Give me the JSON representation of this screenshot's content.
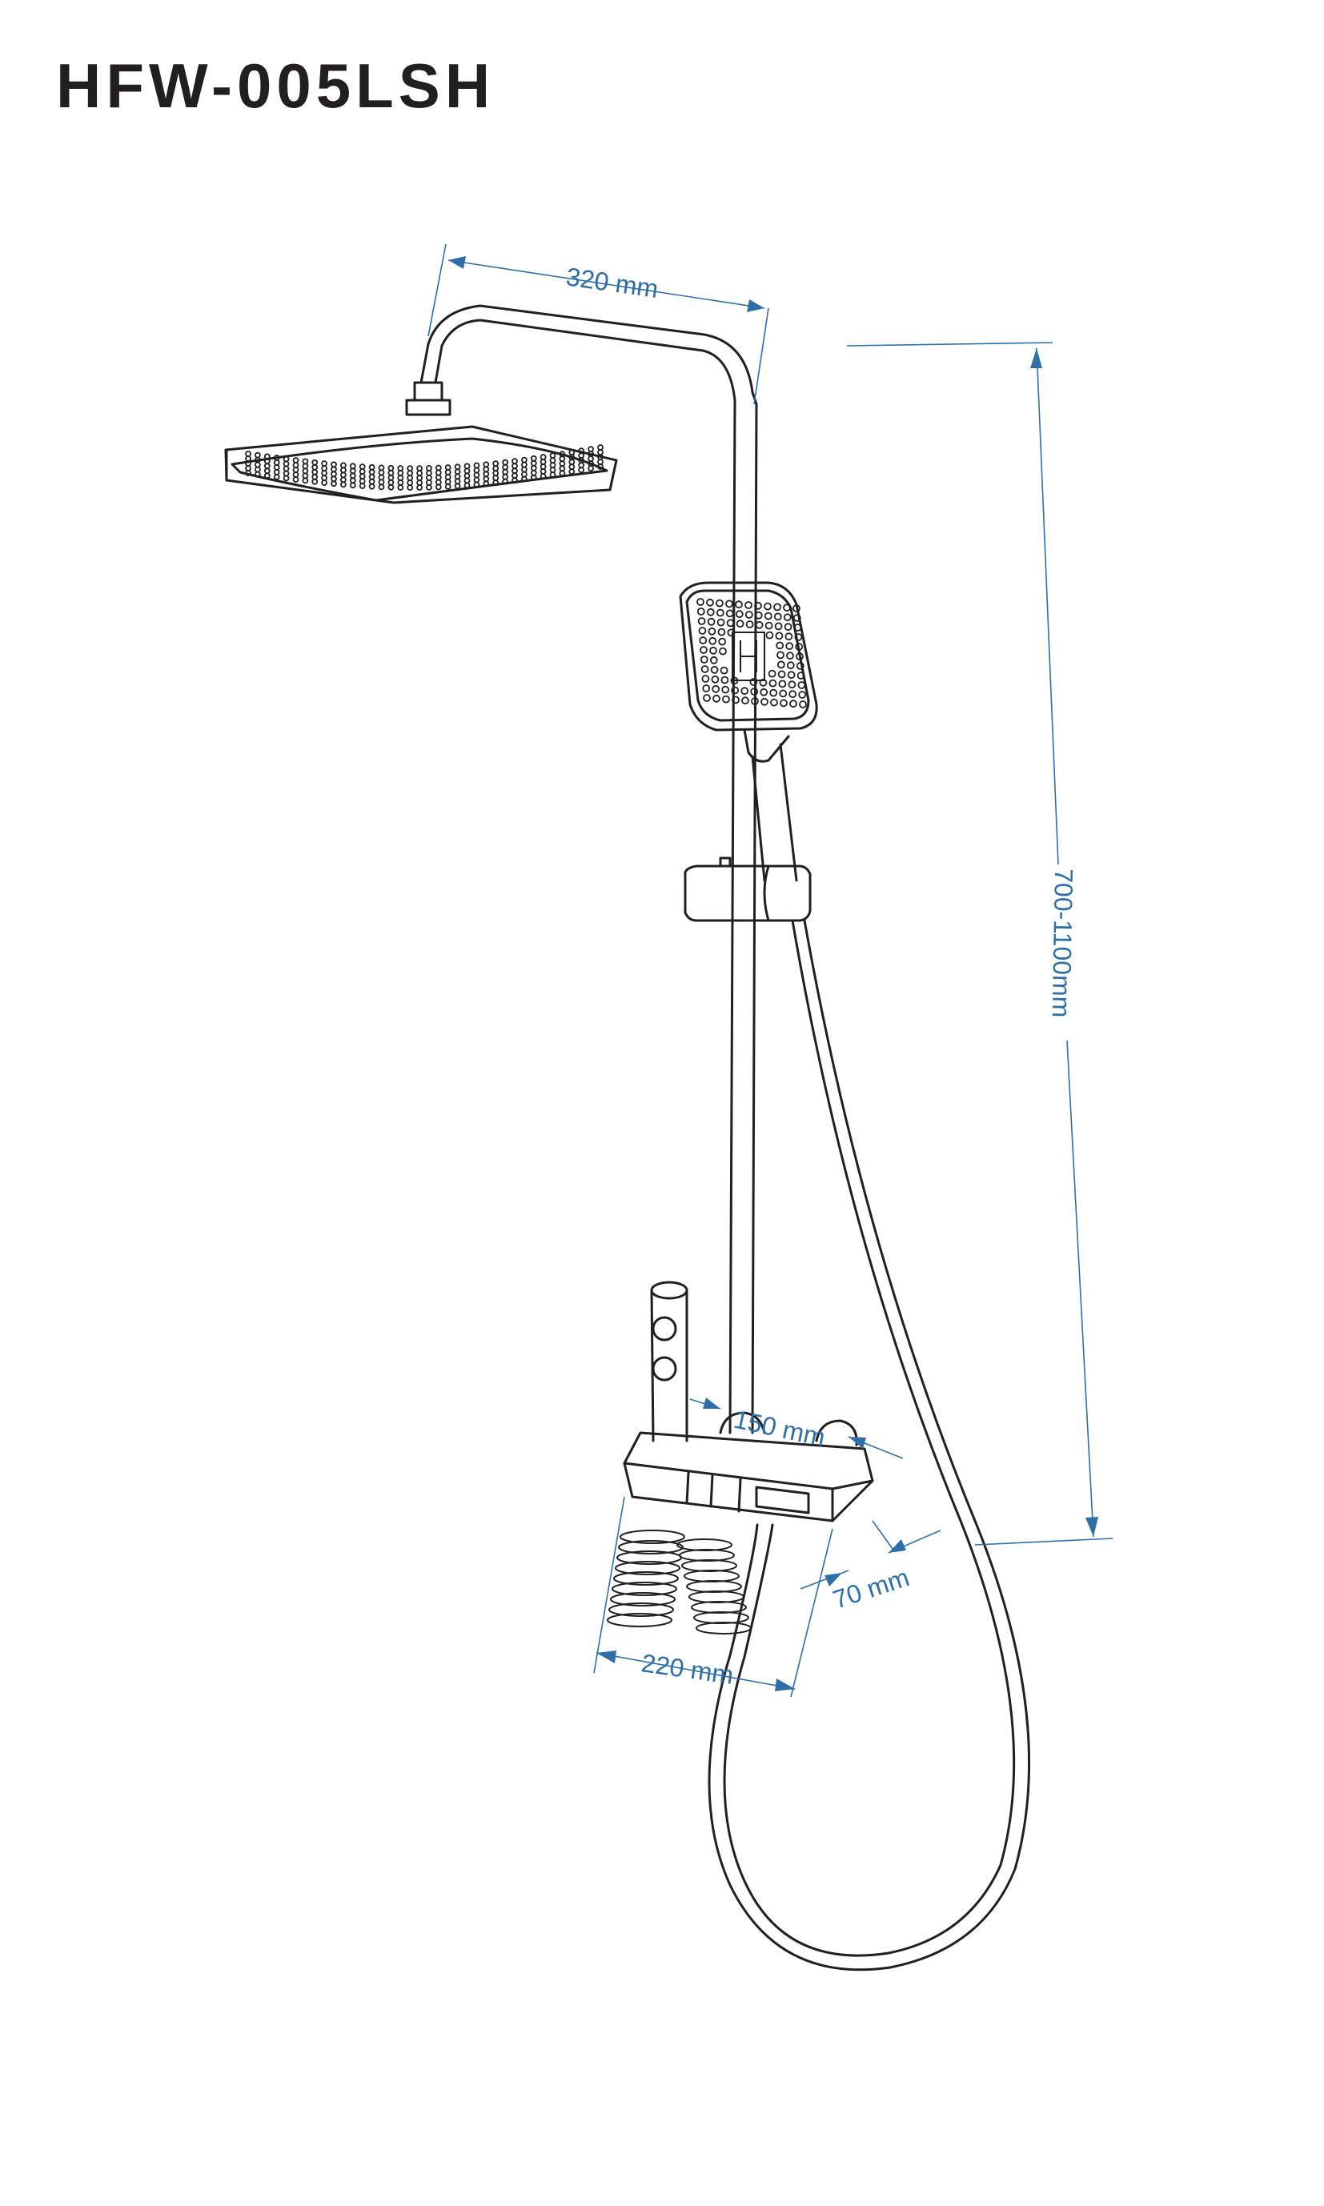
{
  "title": "HFW-005LSH",
  "dimensions": {
    "overhead_width": "320 mm",
    "height_range": "700-1100mm",
    "mixer_depth": "150 mm",
    "mixer_height": "70 mm",
    "mixer_width": "220 mm"
  },
  "colors": {
    "line": "#231f20",
    "dimension": "#2f6fa8"
  }
}
